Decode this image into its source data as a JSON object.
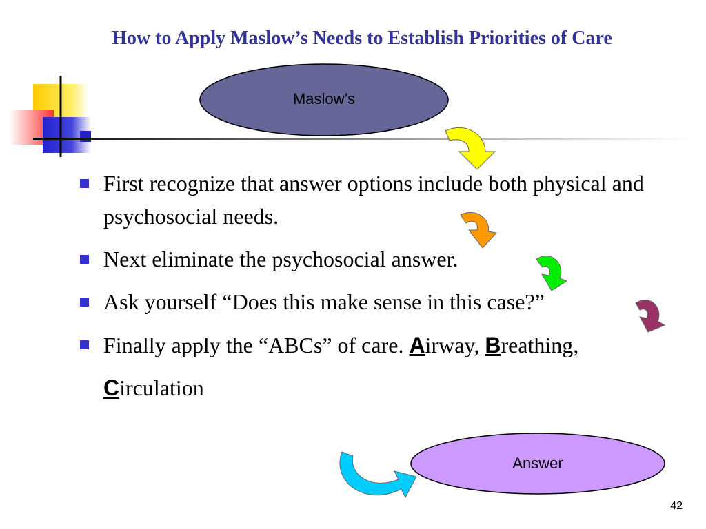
{
  "slide": {
    "title": "How to Apply Maslow’s Needs to Establish Priorities of Care",
    "page_number": "42"
  },
  "ovals": {
    "top_label": "Maslow’s",
    "top_color": "#666699",
    "bottom_label": "Answer",
    "bottom_color": "#cc99ff"
  },
  "bullets": [
    "First recognize that answer options include both physical and psychosocial needs.",
    "Next eliminate the psychosocial answer.",
    "Ask yourself “Does this make sense in this case?”"
  ],
  "last_bullet": {
    "prefix": "Finally apply the “ABCs” of care. ",
    "a_letter": "A",
    "a_rest": "irway, ",
    "b_letter": "B",
    "b_rest": "reathing, ",
    "c_letter": "C",
    "c_rest": "irculation"
  },
  "arrows": {
    "yellow": "#ffff00",
    "orange": "#ff9900",
    "green": "#00ee00",
    "maroon": "#993366",
    "cyan": "#00ccff"
  }
}
